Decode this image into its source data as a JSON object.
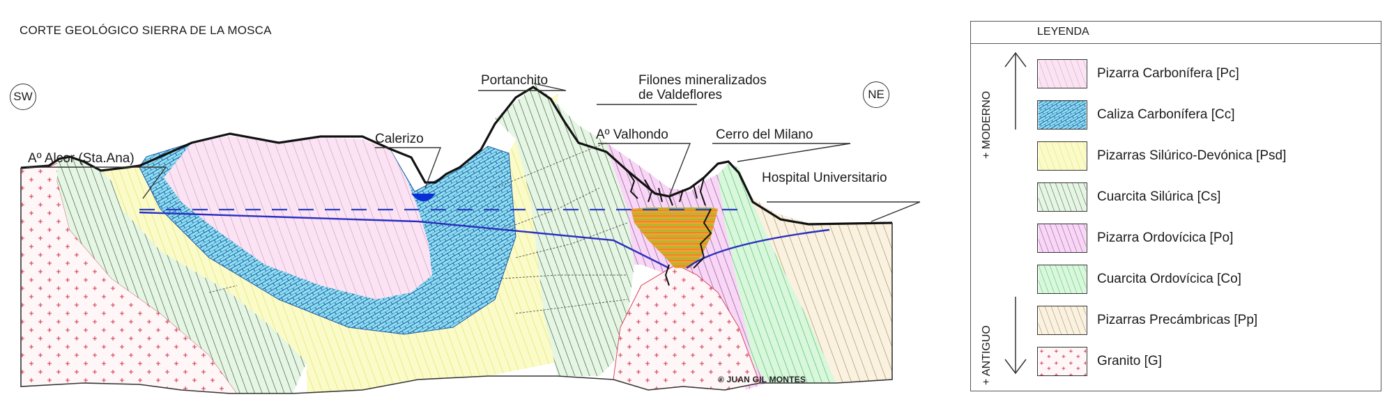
{
  "figure": {
    "title": "CORTE GEOLÓGICO SIERRA DE LA MOSCA",
    "orientation": {
      "left": "SW",
      "right": "NE"
    },
    "copyright": "® JUAN GIL MONTES"
  },
  "places": [
    {
      "id": "alcor",
      "label": "Aº Alcor (Sta.Ana)"
    },
    {
      "id": "calerizo",
      "label": "Calerizo"
    },
    {
      "id": "portanchito",
      "label": "Portanchito"
    },
    {
      "id": "filones",
      "label_line1": "Filones mineralizados",
      "label_line2": "de Valdeflores"
    },
    {
      "id": "valhondo",
      "label": "Aº Valhondo"
    },
    {
      "id": "milano",
      "label": "Cerro del Milano"
    },
    {
      "id": "hospital",
      "label": "Hospital Universitario"
    }
  ],
  "legend": {
    "title": "LEYENDA",
    "top_axis": "+ MODERNO",
    "bottom_axis": "+ ANTIGUO",
    "items": [
      {
        "code": "Pc",
        "label": "Pizarra Carbonífera [Pc]",
        "fill": "#fbe3f4",
        "hatch": "#c89ac0",
        "pattern": "diag"
      },
      {
        "code": "Cc",
        "label": "Caliza Carbonífera [Cc]",
        "fill": "#8fe0f0",
        "hatch": "#1f5aa8",
        "pattern": "brick"
      },
      {
        "code": "Psd",
        "label": "Pizarras Silúrico-Devónica [Psd]",
        "fill": "#fafbc8",
        "hatch": "#e0e070",
        "pattern": "diag"
      },
      {
        "code": "Cs",
        "label": "Cuarcita Silúrica [Cs]",
        "fill": "#e6f6e4",
        "hatch": "#2c4a2c",
        "pattern": "diag"
      },
      {
        "code": "Po",
        "label": "Pizarra Ordovícica [Po]",
        "fill": "#f7d7f5",
        "hatch": "#8a3c8a",
        "pattern": "diag"
      },
      {
        "code": "Co",
        "label": "Cuarcita Ordovícica [Co]",
        "fill": "#d8f7dc",
        "hatch": "#3fb84f",
        "pattern": "diag"
      },
      {
        "code": "Pp",
        "label": "Pizarras Precámbricas [Pp]",
        "fill": "#fbf1e0",
        "hatch": "#8c8040",
        "pattern": "diag"
      },
      {
        "code": "G",
        "label": "Granito [G]",
        "fill": "#fff6f7",
        "hatch": "#d23850",
        "pattern": "cross"
      }
    ]
  }
}
